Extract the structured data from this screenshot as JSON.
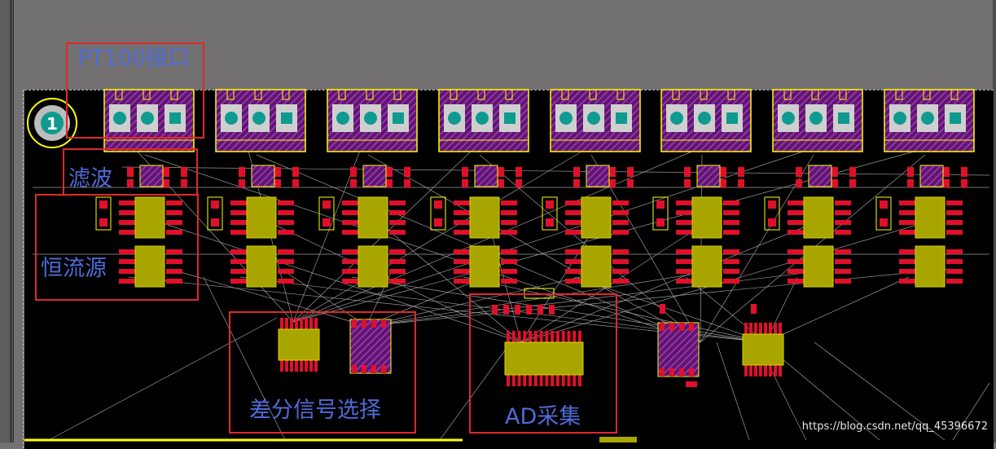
{
  "annotations": {
    "pt100": "PT100接口",
    "filter": "滤波",
    "current_source": "恒流源",
    "diff_select": "差分信号选择",
    "ad": "AD采集"
  },
  "board_marker": "1",
  "watermark": "https://blog.csdn.net/qq_45396672",
  "colors": {
    "background": "#727070",
    "board": "#000000",
    "pad_red": "#e0102a",
    "body_yellow": "#a8a400",
    "hatch_purple": "#b031c8",
    "pad_teal": "#0f9a90",
    "silk_yellow": "#ffff00",
    "annotation_box": "#e0282c",
    "annotation_text": "#4f6bd8"
  },
  "channels": 8
}
